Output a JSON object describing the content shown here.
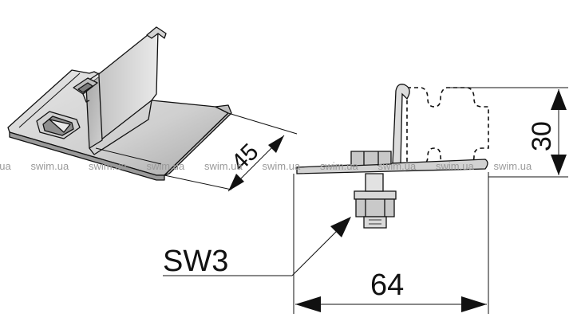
{
  "dimensions": {
    "width_label": "64",
    "height_label": "30",
    "depth_label": "45",
    "part_label": "SW3"
  },
  "watermark": {
    "text": "swim.ua",
    "repeats": 10
  },
  "colors": {
    "line": "#111111",
    "metal_light": "#d8d8d8",
    "metal_mid": "#b4b4b4",
    "metal_dark": "#8e8e8e",
    "watermark": "#9a9a9a"
  }
}
